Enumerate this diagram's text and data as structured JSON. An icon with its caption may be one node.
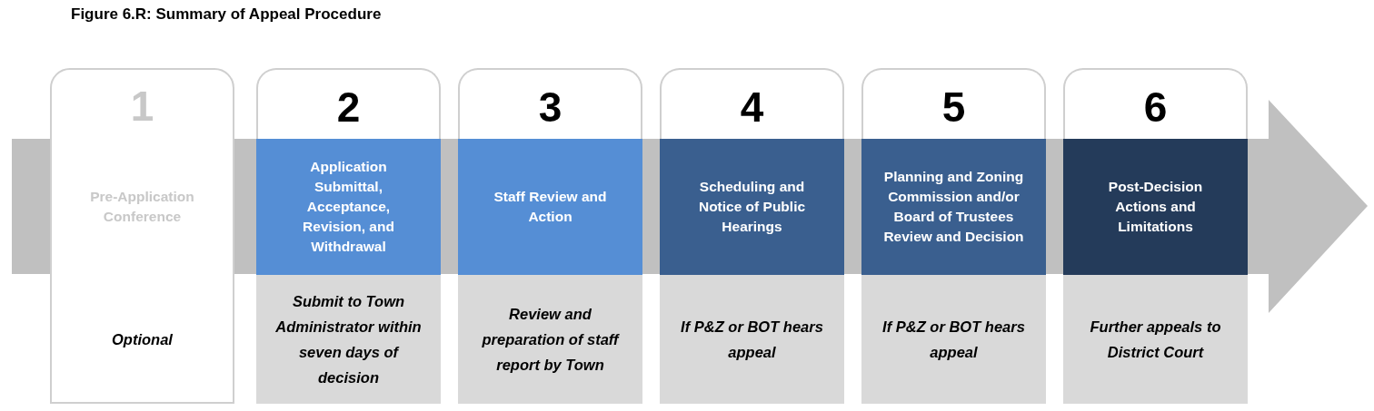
{
  "diagram": {
    "title": "Figure 6.R: Summary of Appeal Procedure",
    "nodes": [
      {
        "text": [
          "1",
          "Pre-Application Conference",
          "Optional"
        ]
      },
      {
        "text": [
          "2",
          "Application Submittal, Acceptance, Revision, and Withdrawal",
          "Submit to Town Administrator within seven days of decision"
        ]
      },
      {
        "text": [
          "3",
          "Staff Review and Action",
          "Review and preparation of staff report by Town"
        ]
      },
      {
        "text": [
          "4",
          "Scheduling and Notice of Public Hearings",
          "If P&Z or BOT hears appeal"
        ]
      },
      {
        "text": [
          "5",
          "Planning and Zoning Commission and/or Board of Trustees Review and Decision",
          "If P&Z or BOT hears appeal"
        ]
      },
      {
        "text": [
          "6",
          "Post-Decision Actions and Limitations",
          "Further appeals to District Court"
        ]
      }
    ]
  }
}
